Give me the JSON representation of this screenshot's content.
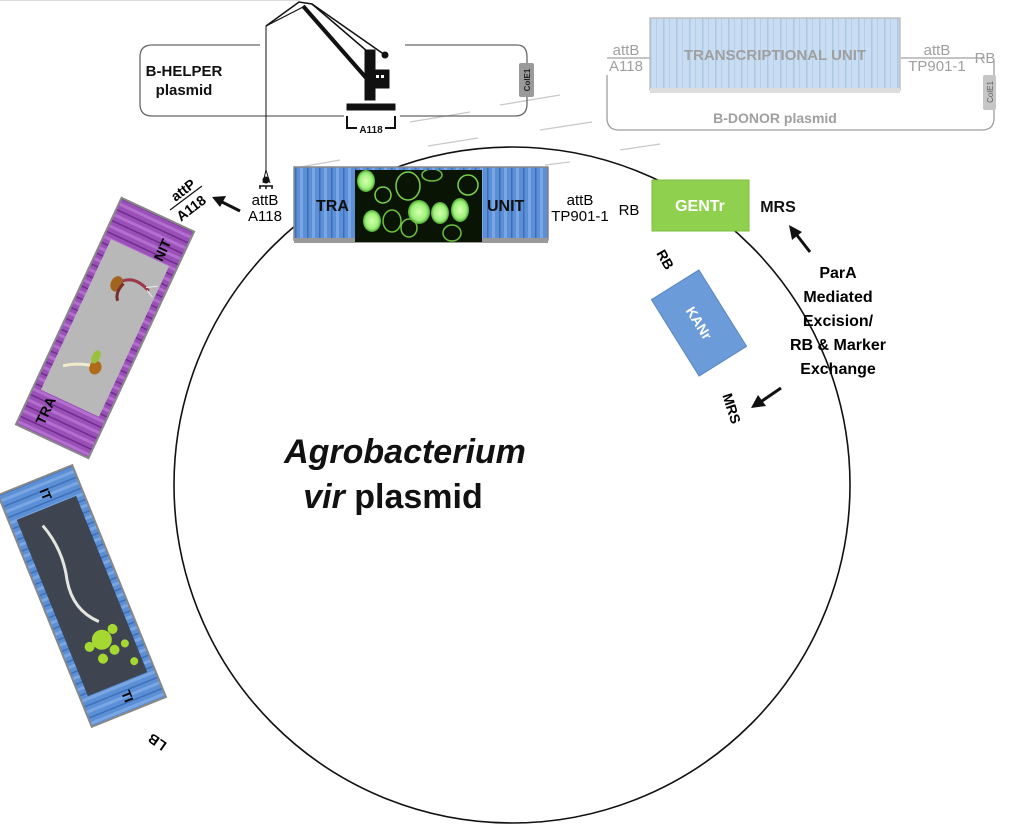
{
  "diagram": {
    "title_italic": "Agrobacterium",
    "title_line2_italic": "vir",
    "title_line2_rest": " plasmid",
    "helper_plasmid": {
      "name_line1": "B-HELPER",
      "name_line2": "plasmid",
      "ori": "ColE1",
      "site": "A118"
    },
    "donor_plasmid": {
      "name": "B-DONOR plasmid",
      "ori": "ColE1",
      "unit_label": "TRANSCRIPTIONAL UNIT",
      "left_site_line1": "attB",
      "left_site_line2": "A118",
      "right_site_line1": "attB",
      "right_site_line2": "TP901-1",
      "border": "RB"
    },
    "integrated_unit": {
      "left_text": "TRA",
      "right_text": "UNIT",
      "image_desc": "fluorescent-cells-image",
      "left_site_line1": "attB",
      "left_site_line2": "A118",
      "right_site_line1": "attB",
      "right_site_line2": "TP901-1",
      "border": "RB"
    },
    "attp_site": {
      "line1": "attP",
      "line2": "A118"
    },
    "purple_unit": {
      "top_text": "NIT",
      "bottom_text": "TRA",
      "image_desc": "seedlings-image"
    },
    "blue_unit": {
      "top_text": "IT",
      "bottom_text": "TI",
      "image_desc": "plant-root-image"
    },
    "lb_label": "LB",
    "rb_label": "RB",
    "kan_marker": "KANr",
    "mrs_label": "MRS",
    "gent_marker": "GENTr",
    "gent_mrs": "MRS",
    "exchange_note": [
      "ParA",
      "Mediated",
      "Excision/",
      "RB & Marker",
      "Exchange"
    ],
    "colors": {
      "gent_green": "#8fd14f",
      "kan_blue": "#6b9bd8",
      "container_blue": "#5b8fd6",
      "container_purple": "#9b4fb8",
      "ghost_blue": "#b9d3ee",
      "ghost_text": "#9a9a9a"
    }
  }
}
